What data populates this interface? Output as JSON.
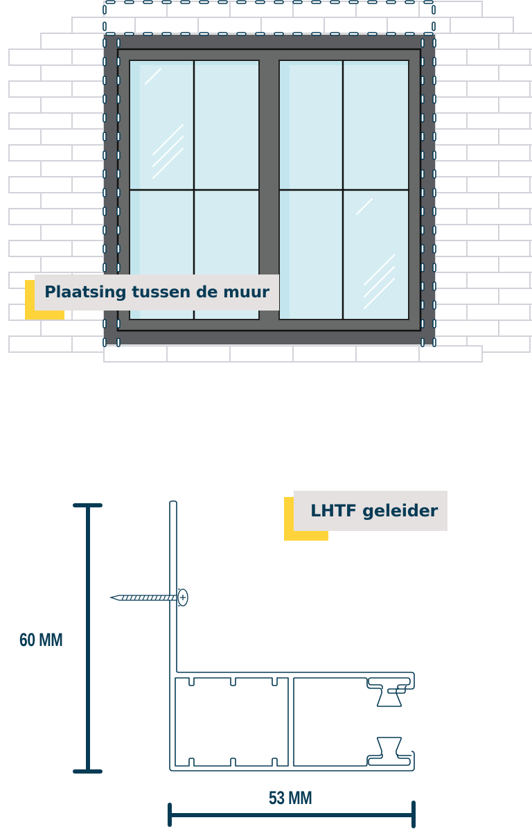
{
  "diagram": {
    "top_section": {
      "title": "Window installation diagram",
      "label": "Plaatsing tussen de muur"
    },
    "bottom_section": {
      "title": "Guide rail cross-section",
      "label": "LHTF geleider",
      "dimensions": {
        "height": "60 MM",
        "width": "53 MM"
      }
    }
  },
  "colors": {
    "accent_yellow": "#ffd43b",
    "label_background": "#e5e1e1",
    "navy": "#073b55",
    "frame_dark": "#5c5d60",
    "frame_light": "#686a6a",
    "glass": "#d5edf2",
    "glass_edge": "#c3e6ee",
    "brick_line": "#d2d2da"
  },
  "icons": {
    "screw": "screw-icon",
    "window": "window-icon",
    "profile": "guide-rail-profile"
  }
}
